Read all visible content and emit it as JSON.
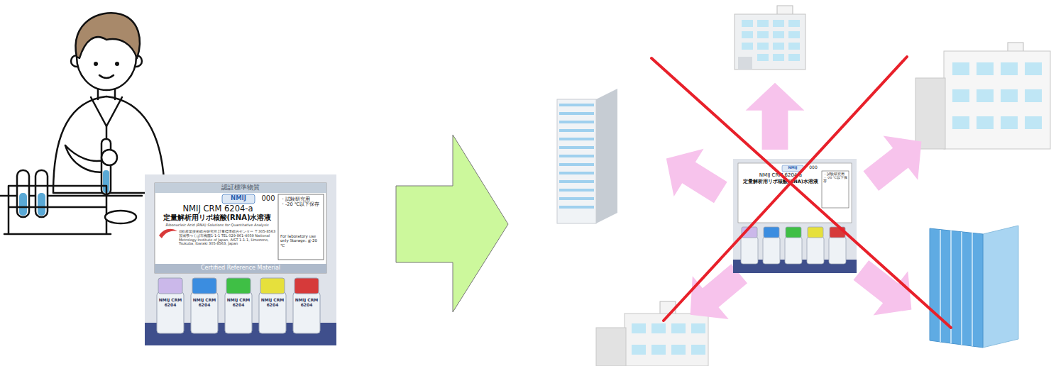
{
  "diagram": {
    "nodes": [
      {
        "text": [
          "認証標準物質",
          "NMIJ",
          "000",
          "NMIJ CRM 6204-a",
          "定量解析用リボ核酸(RNA)水溶液",
          "Ribonucleic Acid (RNA) Solutions for Quantitative Analysis",
          "(国)産業技術総合研究所 計量標準総合センター 〒305-8563 茨城県つくば市梅園1-1-1 TEL 029-861-4059 National Metrology Institute of Japan, AIST 1-1-1, Umezono, Tsukuba, Ibaraki 305-8563, Japan",
          "・試験研究用 ・-20 ℃以下保存",
          "For laboratory use only Storage: ≦-20 ℃",
          "Certified Reference Material"
        ]
      },
      {
        "text": [
          "NMIJ",
          "000",
          "NMIJ CRM 6204-a",
          "定量解析用リボ核酸(RNA)水溶液",
          "・試験研究用 ・-20 ℃以下保存"
        ]
      }
    ],
    "labels": [
      "NMIJ CRM 6204",
      "NMIJ CRM 6204",
      "NMIJ CRM 6204",
      "NMIJ CRM 6204",
      "NMIJ CRM 6204"
    ]
  }
}
